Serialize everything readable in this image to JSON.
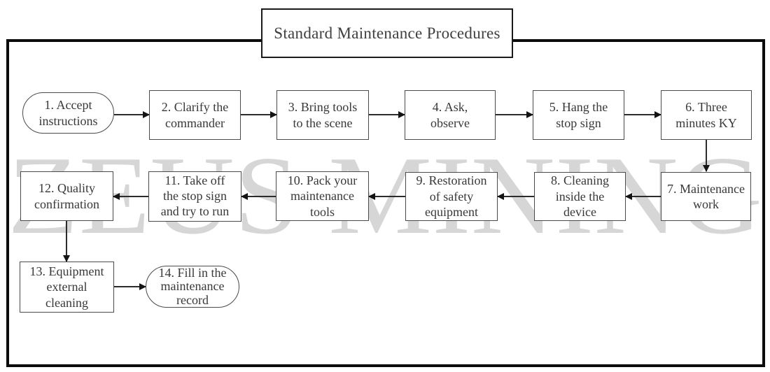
{
  "title": "Standard Maintenance Procedures",
  "watermark": "ZEUS MINING",
  "colors": {
    "frame_border": "#0c0c0c",
    "title_border": "#1a1a1a",
    "node_border": "#4a4a4a",
    "text": "#383838",
    "arrow": "#141414",
    "watermark": "#d6d6d6",
    "background": "#ffffff"
  },
  "flowchart": {
    "nodes": [
      {
        "id": 1,
        "shape": "stadium",
        "label": "1. Accept\ninstructions"
      },
      {
        "id": 2,
        "shape": "rect",
        "label": "2. Clarify the\ncommander"
      },
      {
        "id": 3,
        "shape": "rect",
        "label": "3. Bring tools\nto the scene"
      },
      {
        "id": 4,
        "shape": "rect",
        "label": "4. Ask,\nobserve"
      },
      {
        "id": 5,
        "shape": "rect",
        "label": "5. Hang the\nstop sign"
      },
      {
        "id": 6,
        "shape": "rect",
        "label": "6. Three\nminutes KY"
      },
      {
        "id": 7,
        "shape": "rect",
        "label": "7. Maintenance\nwork"
      },
      {
        "id": 8,
        "shape": "rect",
        "label": "8. Cleaning\ninside the\ndevice"
      },
      {
        "id": 9,
        "shape": "rect",
        "label": "9. Restoration\nof safety\nequipment"
      },
      {
        "id": 10,
        "shape": "rect",
        "label": "10. Pack your\nmaintenance\ntools"
      },
      {
        "id": 11,
        "shape": "rect",
        "label": "11. Take off\nthe stop sign\nand try to run"
      },
      {
        "id": 12,
        "shape": "rect",
        "label": "12. Quality\nconfirmation"
      },
      {
        "id": 13,
        "shape": "rect",
        "label": "13. Equipment\nexternal\ncleaning"
      },
      {
        "id": 14,
        "shape": "stadium",
        "label": "14. Fill in the\nmaintenance\nrecord"
      }
    ],
    "edges": [
      {
        "from": 1,
        "to": 2
      },
      {
        "from": 2,
        "to": 3
      },
      {
        "from": 3,
        "to": 4
      },
      {
        "from": 4,
        "to": 5
      },
      {
        "from": 5,
        "to": 6
      },
      {
        "from": 6,
        "to": 7
      },
      {
        "from": 7,
        "to": 8
      },
      {
        "from": 8,
        "to": 9
      },
      {
        "from": 9,
        "to": 10
      },
      {
        "from": 10,
        "to": 11
      },
      {
        "from": 11,
        "to": 12
      },
      {
        "from": 12,
        "to": 13
      },
      {
        "from": 13,
        "to": 14
      }
    ]
  }
}
